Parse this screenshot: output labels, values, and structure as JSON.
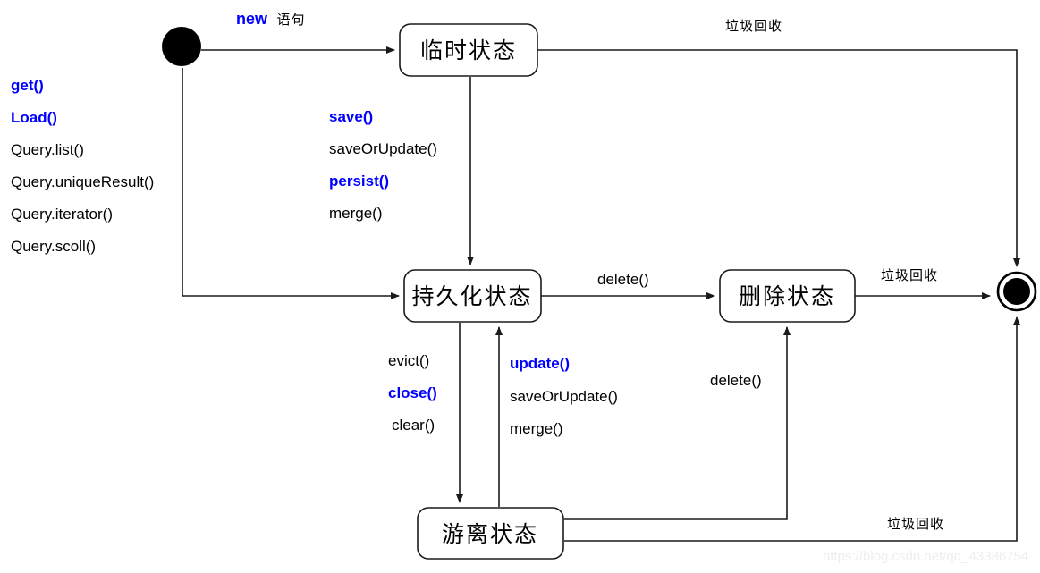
{
  "diagram": {
    "title": "Hibernate Object State Transition Diagram",
    "accent_color": "#0000ff",
    "line_color": "#1a1a1a",
    "background": "#ffffff",
    "watermark": "https://blog.csdn.net/qq_43386754"
  },
  "states": {
    "initial": {
      "name": "initial-state"
    },
    "temporary": {
      "label": "临时状态"
    },
    "persistent": {
      "label": "持久化状态"
    },
    "deleted": {
      "label": "删除状态"
    },
    "detached": {
      "label": "游离状态"
    },
    "final": {
      "name": "final-state"
    }
  },
  "transitions": {
    "new_statement": {
      "keyword": "new",
      "suffix": "语句"
    },
    "query_methods": [
      {
        "text": "get()",
        "highlight": true
      },
      {
        "text": "Load()",
        "highlight": true
      },
      {
        "text": "Query.list()",
        "highlight": false
      },
      {
        "text": "Query.uniqueResult()",
        "highlight": false
      },
      {
        "text": "Query.iterator()",
        "highlight": false
      },
      {
        "text": "Query.scoll()",
        "highlight": false
      }
    ],
    "save_methods": [
      {
        "text": "save()",
        "highlight": true
      },
      {
        "text": "saveOrUpdate()",
        "highlight": false
      },
      {
        "text": "persist()",
        "highlight": true
      },
      {
        "text": "merge()",
        "highlight": false
      }
    ],
    "evict_methods": [
      {
        "text": "evict()",
        "highlight": false
      },
      {
        "text": "close()",
        "highlight": true
      },
      {
        "text": "clear()",
        "highlight": false
      }
    ],
    "update_methods": [
      {
        "text": "update()",
        "highlight": true
      },
      {
        "text": "saveOrUpdate()",
        "highlight": false
      },
      {
        "text": "merge()",
        "highlight": false
      }
    ],
    "delete_persistent": "delete()",
    "delete_detached": "delete()",
    "gc_temporary": "垃圾回收",
    "gc_deleted": "垃圾回收",
    "gc_detached": "垃圾回收"
  }
}
